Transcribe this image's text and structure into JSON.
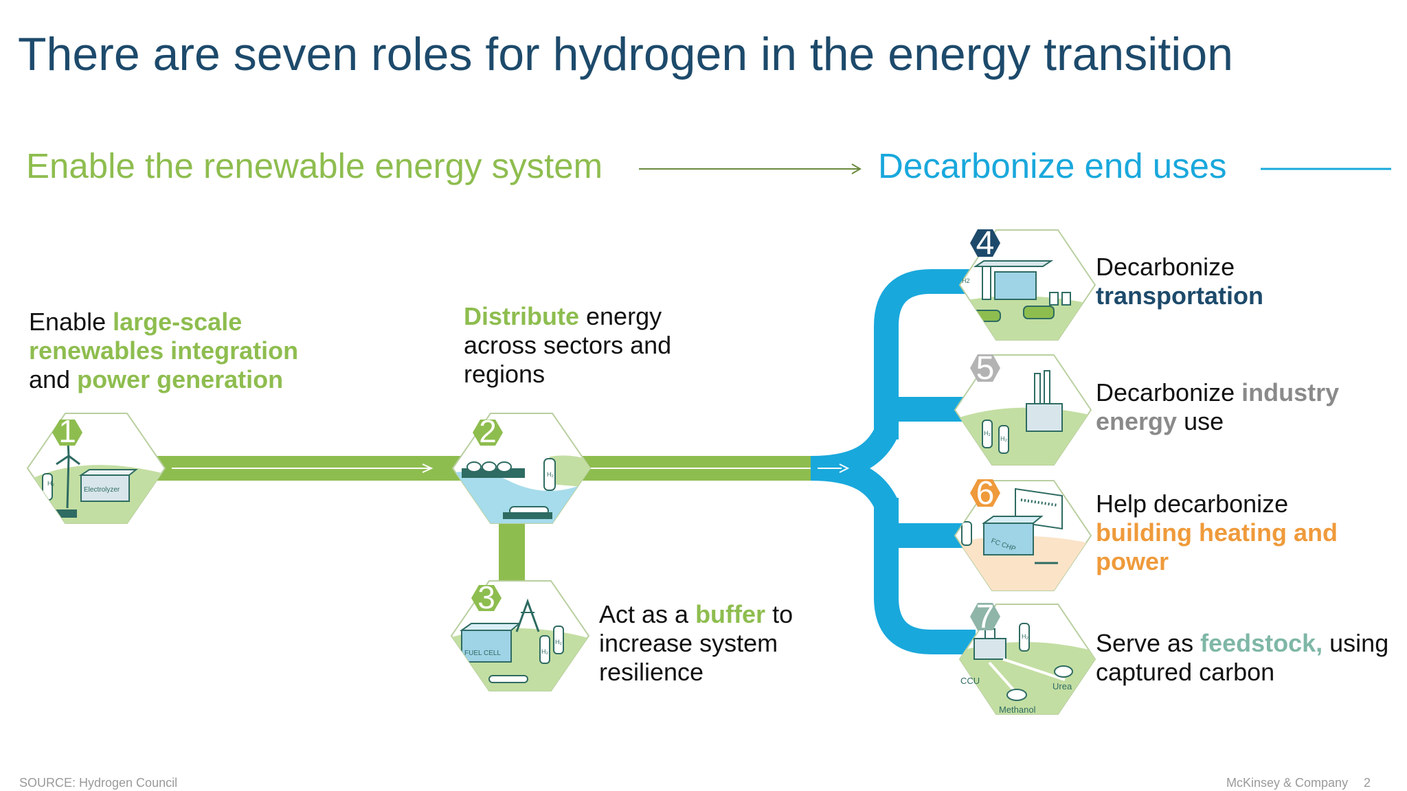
{
  "title": "There are seven roles for hydrogen in the energy transition",
  "phases": {
    "left": "Enable the renewable energy system",
    "right": "Decarbonize end uses"
  },
  "roles": [
    {
      "number": "1",
      "color": "#8ebd4f",
      "text": [
        {
          "t": "Enable ",
          "hl": false
        },
        {
          "t": "large-scale renewables integration",
          "hl": true
        },
        {
          "t": " and ",
          "hl": false
        },
        {
          "t": "power generation",
          "hl": true
        }
      ],
      "icon_labels": [
        "H₂",
        "Electrolyzer"
      ]
    },
    {
      "number": "2",
      "color": "#8ebd4f",
      "text": [
        {
          "t": "Distribute",
          "hl": true
        },
        {
          "t": " energy across sectors and regions",
          "hl": false
        }
      ],
      "icon_labels": [
        "H₂"
      ]
    },
    {
      "number": "3",
      "color": "#8ebd4f",
      "text": [
        {
          "t": "Act as a ",
          "hl": false
        },
        {
          "t": "buffer",
          "hl": true
        },
        {
          "t": " to increase system resilience",
          "hl": false
        }
      ],
      "icon_labels": [
        "FUEL CELL",
        "H₂",
        "H₂"
      ]
    },
    {
      "number": "4",
      "color": "#1d4a6b",
      "text": [
        {
          "t": "Decarbonize ",
          "hl": false
        },
        {
          "t": "transportation",
          "hl": true
        }
      ],
      "icon_labels": [
        "H2"
      ]
    },
    {
      "number": "5",
      "color": "#b3b3b3",
      "text": [
        {
          "t": "Decarbonize ",
          "hl": false
        },
        {
          "t": "industry energy",
          "hl": true
        },
        {
          "t": " use",
          "hl": false
        }
      ],
      "icon_labels": [
        "H₂",
        "H₂"
      ]
    },
    {
      "number": "6",
      "color": "#ef9a3b",
      "text": [
        {
          "t": "Help decarbonize ",
          "hl": false
        },
        {
          "t": "building heating and power",
          "hl": true
        }
      ],
      "icon_labels": [
        "FC CHP"
      ]
    },
    {
      "number": "7",
      "color": "#8fb5a8",
      "text": [
        {
          "t": "Serve as ",
          "hl": false
        },
        {
          "t": "feedstock,",
          "hl": true
        },
        {
          "t": " using captured carbon",
          "hl": false
        }
      ],
      "icon_labels": [
        "H₂",
        "CCU",
        "Urea",
        "Methanol"
      ]
    }
  ],
  "footer": {
    "source": "SOURCE: Hydrogen Council",
    "brand": "McKinsey & Company",
    "page": "2"
  },
  "colors": {
    "green": "#8ebd4f",
    "blue": "#19a8dc",
    "navy": "#1d4a6b",
    "grey": "#8a8a8a",
    "orange": "#ef9a3b",
    "teal": "#7fb7a6"
  }
}
